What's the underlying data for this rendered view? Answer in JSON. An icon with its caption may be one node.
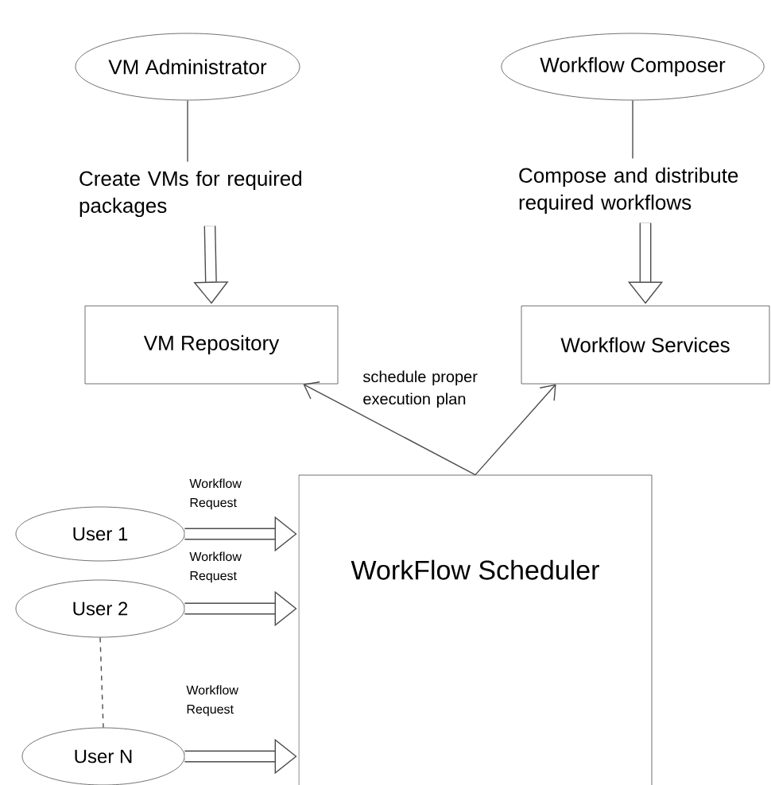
{
  "diagram": {
    "nodes": [
      {
        "text": [
          "VM Administrator"
        ]
      },
      {
        "text": [
          "Workflow Composer"
        ]
      },
      {
        "text": [
          "Create VMs for required packages"
        ]
      },
      {
        "text": [
          "Compose and distribute required workflows"
        ]
      },
      {
        "text": [
          "VM Repository"
        ]
      },
      {
        "text": [
          "Workflow Services"
        ]
      },
      {
        "text": [
          "WorkFlow Scheduler"
        ]
      },
      {
        "text": [
          "User 1"
        ]
      },
      {
        "text": [
          "User 2"
        ]
      },
      {
        "text": [
          "User N"
        ]
      }
    ],
    "edges": [
      {
        "from": 0,
        "to": 2,
        "arrow": "none"
      },
      {
        "from": 1,
        "to": 3,
        "arrow": "none"
      },
      {
        "from": 2,
        "to": 4,
        "arrow": "to",
        "style": "thick"
      },
      {
        "from": 3,
        "to": 5,
        "arrow": "to",
        "style": "thick"
      },
      {
        "from": 6,
        "to": 4,
        "arrow": "to"
      },
      {
        "from": 6,
        "to": 5,
        "arrow": "to"
      },
      {
        "from": 7,
        "to": 6,
        "arrow": "to",
        "style": "thick",
        "label": "Workflow Request"
      },
      {
        "from": 8,
        "to": 6,
        "arrow": "to",
        "style": "thick",
        "label": "Workflow Request"
      },
      {
        "from": 9,
        "to": 6,
        "arrow": "to",
        "style": "thick",
        "label": "Workflow Request"
      },
      {
        "from": 8,
        "to": 9,
        "arrow": "none",
        "style": "dashed"
      }
    ],
    "labels": [
      "schedule proper execution plan"
    ]
  }
}
